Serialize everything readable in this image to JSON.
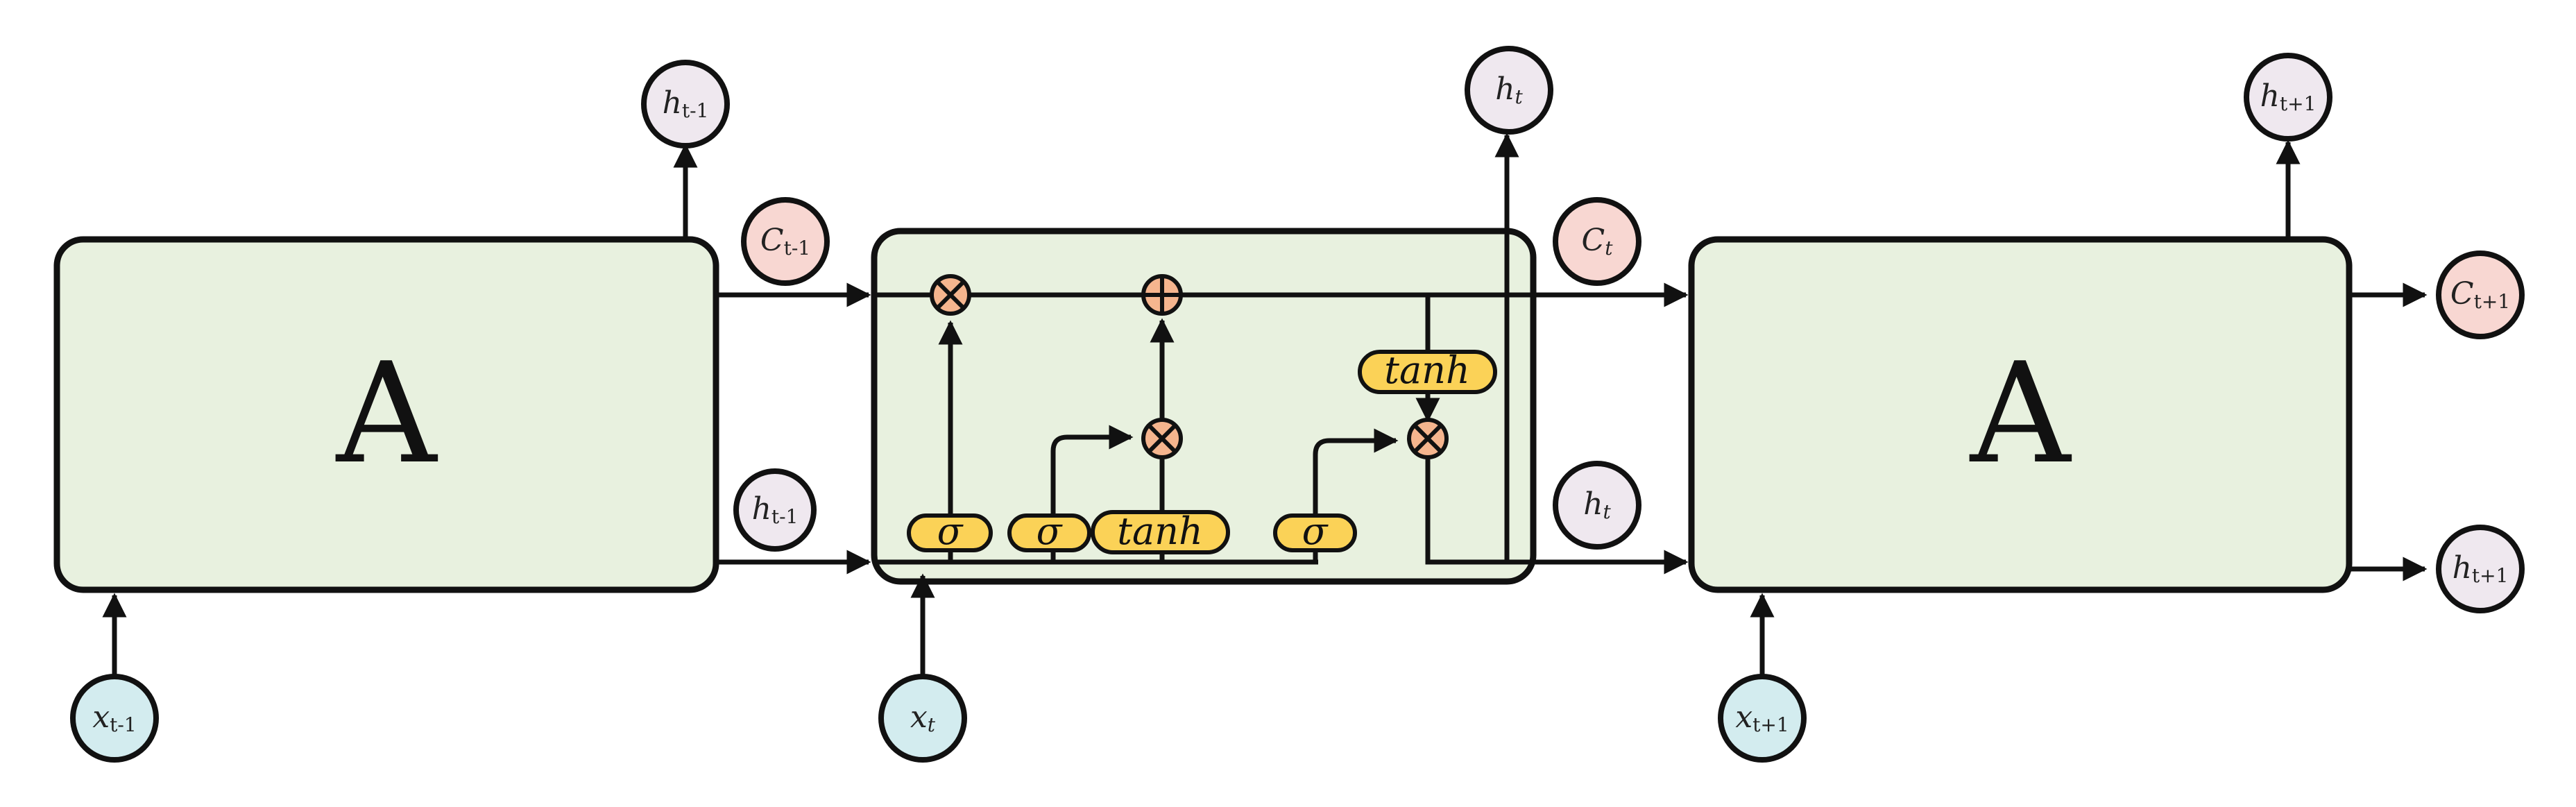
{
  "blocks": {
    "left_label": "A",
    "right_label": "A"
  },
  "nodes": {
    "h_prev_top": {
      "main": "h",
      "sub": "t-1"
    },
    "c_prev": {
      "main": "C",
      "sub": "t-1"
    },
    "h_prev_mid": {
      "main": "h",
      "sub": "t-1"
    },
    "x_prev": {
      "main": "x",
      "sub": "t-1"
    },
    "h_cur_top": {
      "main": "h",
      "sub": "t"
    },
    "c_cur": {
      "main": "C",
      "sub": "t"
    },
    "h_cur_mid": {
      "main": "h",
      "sub": "t"
    },
    "x_cur": {
      "main": "x",
      "sub": "t"
    },
    "h_next_top": {
      "main": "h",
      "sub": "t+1"
    },
    "c_next": {
      "main": "C",
      "sub": "t+1"
    },
    "h_next_right": {
      "main": "h",
      "sub": "t+1"
    },
    "x_next": {
      "main": "x",
      "sub": "t+1"
    }
  },
  "gates": {
    "forget": "σ",
    "input": "σ",
    "candidate": "tanh",
    "output": "σ",
    "cell_tanh": "tanh"
  },
  "colors": {
    "block_fill": "#e8f1df",
    "hidden_node": "#efe8ef",
    "cell_node": "#f8d7d2",
    "input_node": "#d3ecef",
    "gate_fill": "#fbd257",
    "operator_fill": "#f5b58e"
  }
}
